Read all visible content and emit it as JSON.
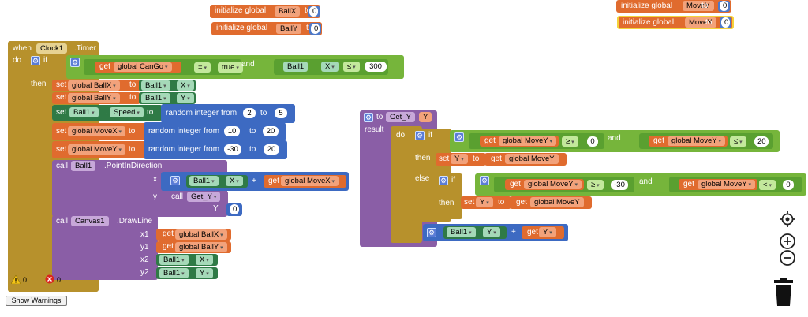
{
  "globals": [
    {
      "prefix": "initialize global",
      "name": "BallX",
      "to": "to",
      "value": "0"
    },
    {
      "prefix": "initialize global",
      "name": "BallY",
      "to": "to",
      "value": "0"
    },
    {
      "prefix": "initialize global",
      "name": "MoveY",
      "to": "to",
      "value": "0"
    },
    {
      "prefix": "initialize global",
      "name": "MoveX",
      "to": "to",
      "value": "0"
    }
  ],
  "timer": {
    "when": "when",
    "component": "Clock1",
    "event": ".Timer",
    "do": "do",
    "if": "if",
    "then": "then",
    "cond": {
      "get": "get",
      "var": "global CanGo",
      "op": "=",
      "val": "true",
      "and": "and",
      "comp": "Ball1",
      "dot": ".",
      "prop": "X",
      "op2": "≤",
      "num": "300"
    },
    "set1": {
      "set": "set",
      "var": "global BallX",
      "to": "to",
      "comp": "Ball1",
      "prop": "X"
    },
    "set2": {
      "set": "set",
      "var": "global BallY",
      "to": "to",
      "comp": "Ball1",
      "prop": "Y"
    },
    "set3": {
      "set": "set",
      "comp": "Ball1",
      "dot": ".",
      "prop": "Speed",
      "to": "to",
      "rand": "random integer from",
      "a": "2",
      "tolbl": "to",
      "b": "5"
    },
    "set4": {
      "set": "set",
      "var": "global MoveX",
      "to": "to",
      "rand": "random integer from",
      "a": "10",
      "tolbl": "to",
      "b": "20"
    },
    "set5": {
      "set": "set",
      "var": "global MoveY",
      "to": "to",
      "rand": "random integer from",
      "a": "-30",
      "tolbl": "to",
      "b": "20"
    },
    "call1": {
      "call": "call",
      "comp": "Ball1",
      "method": ".PointInDirection",
      "x": "x",
      "xcomp": "Ball1",
      "xprop": "X",
      "plus": "+",
      "get": "get",
      "xvar": "global MoveX",
      "y": "y",
      "ycall": "call",
      "yproc": "Get_Y",
      "ylbl": "Y",
      "yval": "0"
    },
    "call2": {
      "call": "call",
      "comp": "Canvas1",
      "method": ".DrawLine",
      "x1": "x1",
      "y1": "y1",
      "x2": "x2",
      "y2": "y2",
      "get": "get",
      "v1": "global BallX",
      "v2": "global BallY",
      "c3": "Ball1",
      "p3": "X",
      "c4": "Ball1",
      "p4": "Y"
    },
    "warn_count": "0",
    "err_count": "0"
  },
  "proc": {
    "to": "to",
    "name": "Get_Y",
    "param": "Y",
    "result": "result",
    "do": "do",
    "if": "if",
    "then": "then",
    "else": "else",
    "c1": {
      "get": "get",
      "var": "global MoveY",
      "op": "≥",
      "num": "0",
      "and": "and",
      "op2": "≤",
      "num2": "20"
    },
    "s1": {
      "set": "set",
      "var": "Y",
      "to": "to",
      "get": "get",
      "val": "global MoveY"
    },
    "c2": {
      "get": "get",
      "var": "global MoveY",
      "op": "≥",
      "num": "-30",
      "and": "and",
      "op2": "<",
      "num2": "0"
    },
    "s2": {
      "set": "set",
      "var": "Y",
      "to": "to",
      "get": "get",
      "val": "global MoveY"
    },
    "res": {
      "comp": "Ball1",
      "prop": "Y",
      "plus": "+",
      "get": "get",
      "var": "Y"
    }
  },
  "warnings_button": "Show Warnings",
  "icons": {
    "center": "crosshair-icon",
    "zoom_in": "plus-icon",
    "zoom_out": "minus-icon",
    "trash": "trash-icon",
    "warning": "warning-icon",
    "error": "error-icon",
    "gear": "gear-icon"
  }
}
